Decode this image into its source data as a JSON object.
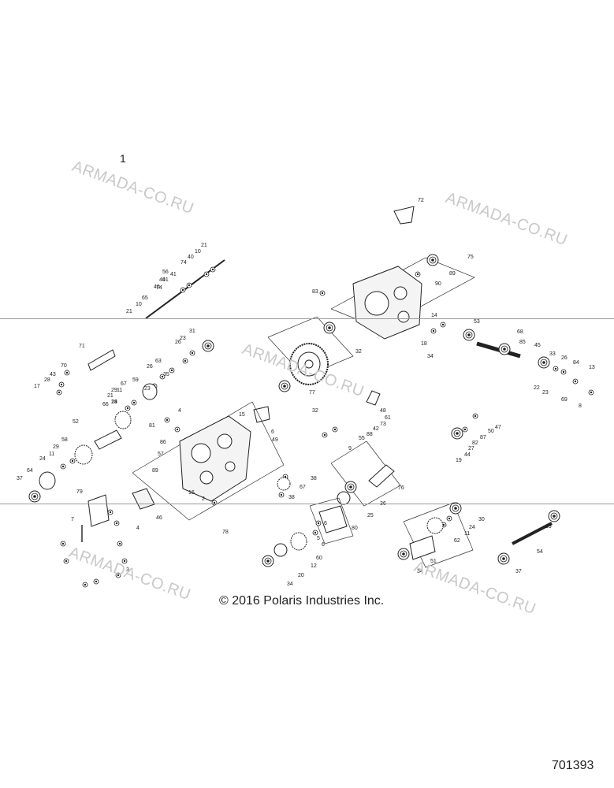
{
  "assembly_number": "1",
  "watermark": "ARMADA-CO.RU",
  "copyright": "© 2016 Polaris Industries Inc.",
  "figure_number": "701393",
  "callouts": [
    "21",
    "10",
    "40",
    "74",
    "41",
    "56",
    "40",
    "74",
    "41",
    "40",
    "65",
    "10",
    "21",
    "72",
    "75",
    "89",
    "90",
    "83",
    "71",
    "70",
    "43",
    "28",
    "17",
    "31",
    "26",
    "23",
    "63",
    "35",
    "26",
    "23",
    "29",
    "21",
    "67",
    "59",
    "14",
    "11",
    "29",
    "66",
    "52",
    "58",
    "29",
    "11",
    "24",
    "64",
    "37",
    "32",
    "77",
    "32",
    "15",
    "6",
    "49",
    "81",
    "4",
    "86",
    "57",
    "89",
    "16",
    "2",
    "78",
    "14",
    "18",
    "34",
    "53",
    "68",
    "85",
    "45",
    "33",
    "26",
    "84",
    "13",
    "22",
    "23",
    "69",
    "8",
    "48",
    "61",
    "73",
    "42",
    "88",
    "55",
    "9",
    "47",
    "50",
    "87",
    "82",
    "27",
    "44",
    "19",
    "38",
    "67",
    "38",
    "76",
    "36",
    "25",
    "79",
    "7",
    "46",
    "4",
    "3",
    "80",
    "6",
    "5",
    "6",
    "60",
    "12",
    "20",
    "34",
    "30",
    "24",
    "11",
    "62",
    "51",
    "34",
    "39",
    "54",
    "37"
  ]
}
